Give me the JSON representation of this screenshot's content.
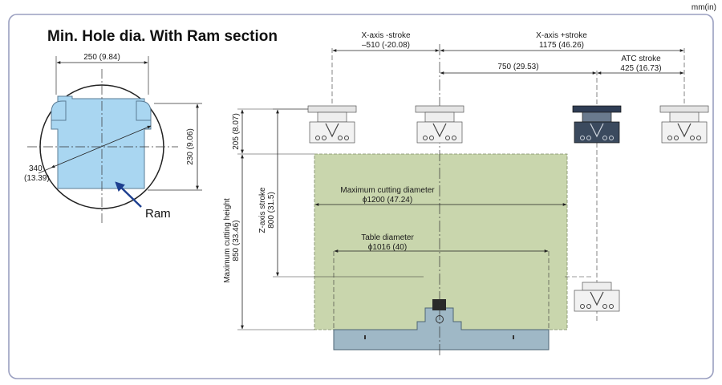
{
  "unit_label": "mm(in)",
  "title": "Min. Hole dia. With Ram section",
  "ram_label": "Ram",
  "colors": {
    "frame": "#9a9fc0",
    "work_area": "#c9d6ad",
    "ram_fill": "#a9d6f1",
    "table_fill": "#9fb8c6",
    "arrow_blue": "#1d3f8f"
  },
  "section": {
    "width_label": "250 (9.84)",
    "height_label": "230 (9.06)",
    "diag_label_1": "340",
    "diag_label_2": "(13.39)"
  },
  "strokes": {
    "x_minus_title": "X-axis -stroke",
    "x_minus_value": "–510 (-20.08)",
    "x_plus_title": "X-axis +stroke",
    "x_plus_value": "1175 (46.26)",
    "mid_value": "750 (29.53)",
    "atc_title": "ATC stroke",
    "atc_value": "425 (16.73)",
    "top_offset": "205 (8.07)",
    "z_title": "Z-axis stroke",
    "z_value": "800 (31.5)",
    "max_h_title": "Maximum cutting height",
    "max_h_value": "850 (33.46)",
    "max_d_title": "Maximum cutting diameter",
    "max_d_value": "ϕ1200 (47.24)",
    "table_title": "Table diameter",
    "table_value": "ϕ1016 (40)"
  }
}
